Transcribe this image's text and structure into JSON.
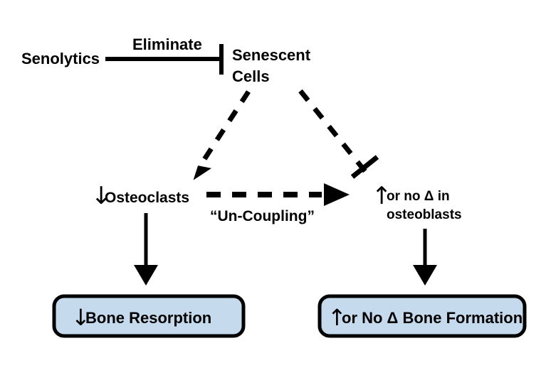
{
  "figure": {
    "type": "flow-diagram",
    "background_color": "#ffffff",
    "line_color": "#000000",
    "box_fill_color": "#c6daee",
    "box_border_color": "#000000"
  },
  "nodes": {
    "senolytics": {
      "label": "Senolytics"
    },
    "senescent_cells": {
      "line1": "Senescent",
      "line2": "Cells"
    },
    "osteoclasts": {
      "arrow_glyph": "↓",
      "arrow_glyph_name": "down-arrow-glyph",
      "label": "Osteoclasts"
    },
    "osteoblasts": {
      "arrow_glyph": "↑",
      "arrow_glyph_name": "up-arrow-glyph",
      "line1": "or no Δ in",
      "line2": "osteoblasts"
    }
  },
  "edges": {
    "eliminate": {
      "label": "Eliminate",
      "style": "solid",
      "head": "inhibition-tbar",
      "from": "senolytics",
      "to": "senescent_cells"
    },
    "cells_to_osteoclasts": {
      "label": "",
      "style": "dashed",
      "head": "arrowhead",
      "from": "senescent_cells",
      "to": "osteoclasts"
    },
    "cells_to_osteoblasts": {
      "label": "",
      "style": "dashed",
      "head": "inhibition-tbar",
      "from": "senescent_cells",
      "to": "osteoblasts"
    },
    "uncoupling": {
      "label": "“Un-Coupling”",
      "style": "dashed",
      "head": "arrowhead",
      "from": "osteoclasts",
      "to": "osteoblasts"
    },
    "osteoclasts_to_resorption": {
      "label": "",
      "style": "solid",
      "head": "arrowhead",
      "from": "osteoclasts",
      "to": "bone_resorption_box"
    },
    "osteoblasts_to_formation": {
      "label": "",
      "style": "solid",
      "head": "arrowhead",
      "from": "osteoblasts",
      "to": "bone_formation_box"
    }
  },
  "boxes": {
    "bone_resorption": {
      "arrow_glyph": "↓",
      "arrow_glyph_name": "down-arrow-glyph",
      "label": "Bone Resorption",
      "fill": "#c6daee"
    },
    "bone_formation": {
      "arrow_glyph": "↑",
      "arrow_glyph_name": "up-arrow-glyph",
      "label": "or No Δ Bone Formation",
      "fill": "#c6daee"
    }
  }
}
